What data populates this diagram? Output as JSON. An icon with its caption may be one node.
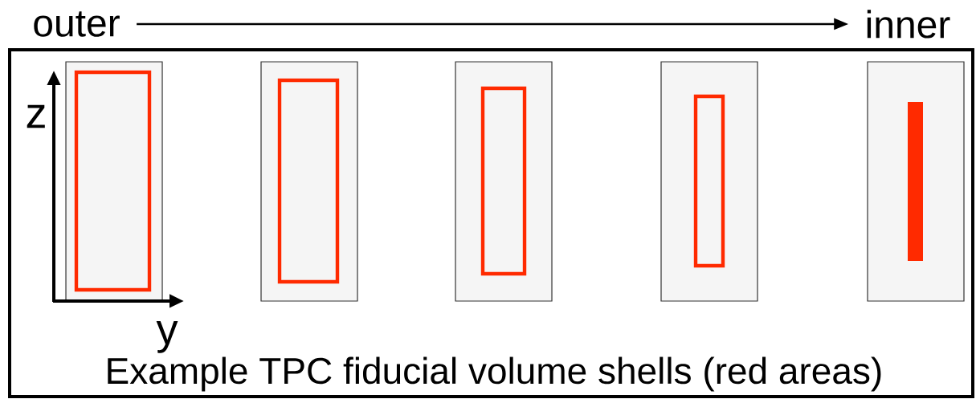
{
  "diagram": {
    "caption": "Example TPC fiducial volume shells (red areas)",
    "nodes": [
      {
        "text": [
          "outer"
        ]
      },
      {
        "text": [
          "inner"
        ]
      }
    ],
    "edges": [
      {
        "from": 0,
        "to": 1,
        "arrow": "to"
      }
    ],
    "labels": [
      "z",
      "y"
    ]
  }
}
